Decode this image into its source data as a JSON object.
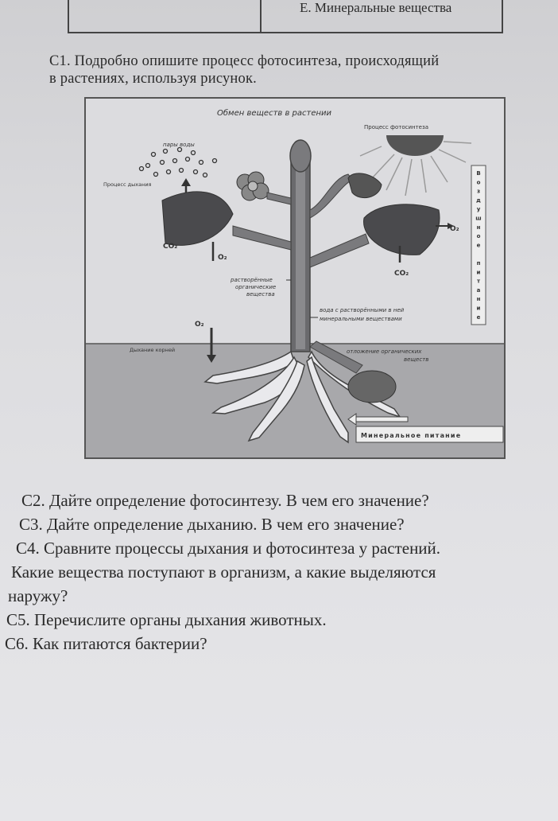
{
  "header_table": {
    "cell_text": "Е. Минеральные вещества"
  },
  "c1": {
    "line1": "С1. Подробно опишите процесс фотосинтеза, происходящий",
    "line2": "в растениях, используя рисунок."
  },
  "diagram": {
    "title": "Обмен веществ в растении",
    "photosynthesis_process": "Процесс фотосинтеза",
    "water_vapor": "пары воды",
    "respiration_process": "Процесс дыхания",
    "co2_left": "CO₂",
    "o2_left": "O₂",
    "o2_right": "O₂",
    "co2_right": "CO₂",
    "organic_matter": [
      "растворённые",
      "органические",
      "вещества"
    ],
    "water_minerals": [
      "вода с растворёнными в ней",
      "минеральными веществами"
    ],
    "o2_roots": "O₂",
    "root_respiration": "Дыхание корней",
    "organic_storage": [
      "отложение органических",
      "веществ"
    ],
    "mineral_nutrition": "Минеральное питание",
    "air_nutrition_letters": [
      "В",
      "о",
      "з",
      "д",
      "у",
      "ш",
      "н",
      "о",
      "е",
      " ",
      "п",
      "и",
      "т",
      "а",
      "н",
      "и",
      "е"
    ]
  },
  "questions": {
    "c2": "С2. Дайте определение фотосинтезу. В чем его значение?",
    "c3": "С3. Дайте определение дыханию. В чем его значение?",
    "c4_line1": "С4. Сравните процессы дыхания и фотосинтеза у растений.",
    "c4_line2": "Какие вещества поступают в организм, а какие выделяются",
    "c4_line3": "наружу?",
    "c5": "С5. Перечислите органы дыхания животных.",
    "c6": "С6. Как питаются бактерии?"
  }
}
